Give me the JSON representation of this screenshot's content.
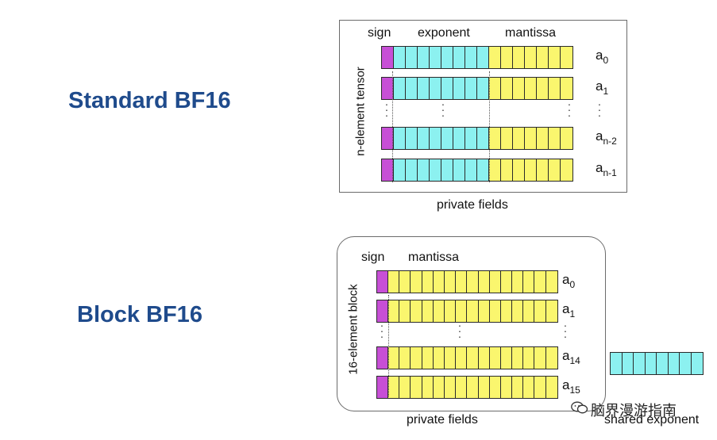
{
  "standard": {
    "title": "Standard BF16",
    "header": {
      "sign": "sign",
      "exponent": "exponent",
      "mantissa": "mantissa"
    },
    "side_label": "n-element tensor",
    "footer": "private fields",
    "rows": [
      {
        "base": "a",
        "sub": "0"
      },
      {
        "base": "a",
        "sub": "1"
      },
      {
        "base": "a",
        "sub": "n-2"
      },
      {
        "base": "a",
        "sub": "n-1"
      }
    ],
    "bits": {
      "sign": 1,
      "exponent": 8,
      "mantissa": 7
    }
  },
  "block": {
    "title": "Block BF16",
    "header": {
      "sign": "sign",
      "mantissa": "mantissa"
    },
    "side_label": "16-element block",
    "footer": "private fields",
    "rows": [
      {
        "base": "a",
        "sub": "0"
      },
      {
        "base": "a",
        "sub": "1"
      },
      {
        "base": "a",
        "sub": "14"
      },
      {
        "base": "a",
        "sub": "15"
      }
    ],
    "bits": {
      "sign": 1,
      "mantissa": 15
    },
    "shared_label": "shared exponent",
    "shared_bits": 8
  },
  "colors": {
    "title": "#1f4b8c",
    "sign": "#c74fd6",
    "exponent": "#8cf1f0",
    "mantissa": "#faf66e"
  },
  "watermark": "脑界漫游指南"
}
